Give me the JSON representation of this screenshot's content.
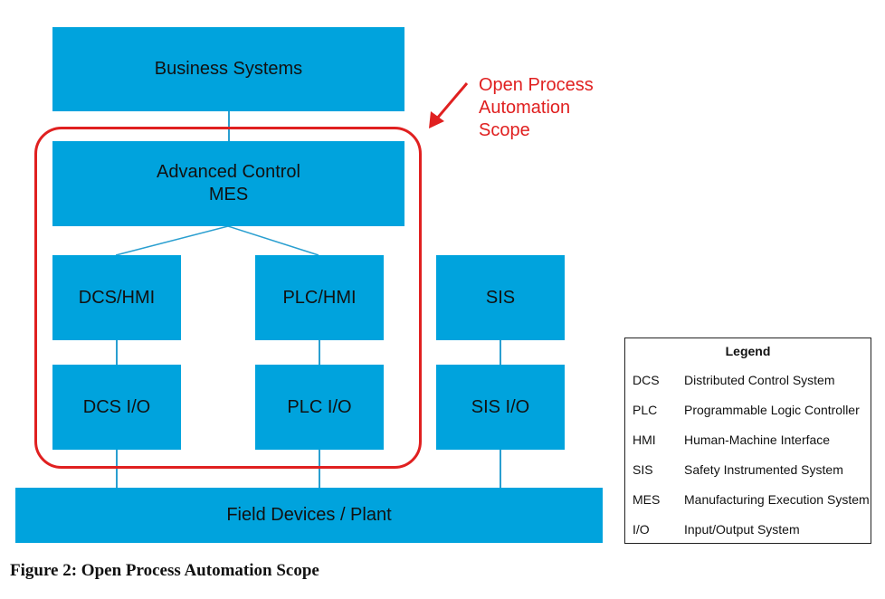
{
  "diagram": {
    "business_systems": "Business Systems",
    "advanced_control": {
      "line1": "Advanced Control",
      "line2": "MES"
    },
    "dcs_hmi": "DCS/HMI",
    "plc_hmi": "PLC/HMI",
    "sis": "SIS",
    "dcs_io": "DCS I/O",
    "plc_io": "PLC I/O",
    "sis_io": "SIS I/O",
    "field_devices": "Field Devices / Plant",
    "scope_label": {
      "line1": "Open Process",
      "line2": "Automation",
      "line3": "Scope"
    }
  },
  "legend": {
    "title": "Legend",
    "items": [
      {
        "abbr": "DCS",
        "definition": "Distributed Control System"
      },
      {
        "abbr": "PLC",
        "definition": "Programmable Logic Controller"
      },
      {
        "abbr": "HMI",
        "definition": "Human-Machine Interface"
      },
      {
        "abbr": "SIS",
        "definition": "Safety Instrumented System"
      },
      {
        "abbr": "MES",
        "definition": "Manufacturing Execution System"
      },
      {
        "abbr": "I/O",
        "definition": "Input/Output System"
      }
    ]
  },
  "caption": "Figure 2: Open Process Automation Scope",
  "colors": {
    "box": "#00a3dd",
    "connector": "#2a9fd0",
    "scope": "#e02020"
  }
}
